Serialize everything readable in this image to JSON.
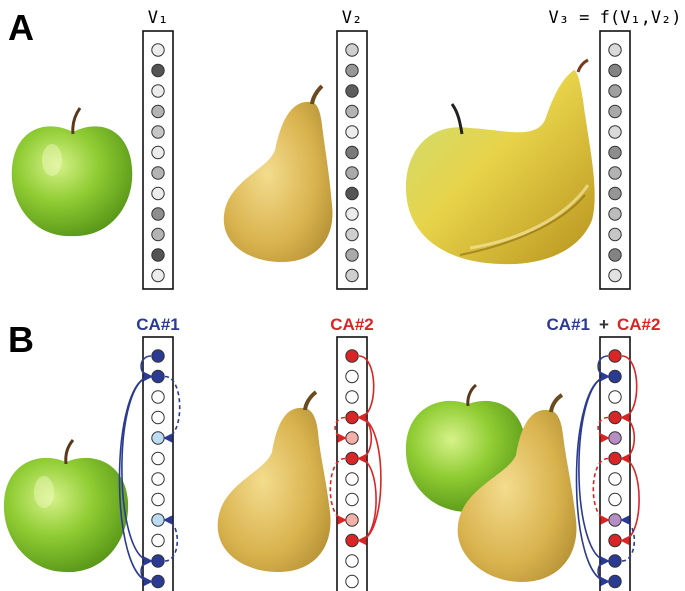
{
  "panels": {
    "a": {
      "letter": "A"
    },
    "b": {
      "letter": "B"
    }
  },
  "labels": {
    "v1": "V₁",
    "v2": "V₂",
    "v3": "V₃ = f(V₁,V₂)",
    "ca1": "CA#1",
    "ca2": "CA#2",
    "plus": "+"
  },
  "colors": {
    "ca1": "#2b3a92",
    "ca2": "#d92525",
    "ca1_faint": "#bcdcf2",
    "ca2_faint": "#f2b0a8",
    "mixed": "#b58fc4",
    "cell_empty": "#ffffff",
    "apple_green": "#7ec02a",
    "pear_yellow": "#d7b24a"
  },
  "vectors": {
    "v1": [
      0.05,
      0.85,
      0.05,
      0.35,
      0.25,
      0.05,
      0.35,
      0.05,
      0.55,
      0.35,
      0.85,
      0.05
    ],
    "v2": [
      0.2,
      0.5,
      0.8,
      0.35,
      0.05,
      0.65,
      0.4,
      0.85,
      0.05,
      0.2,
      0.4,
      0.2
    ],
    "v3": [
      0.15,
      0.6,
      0.45,
      0.4,
      0.15,
      0.55,
      0.35,
      0.5,
      0.3,
      0.25,
      0.6,
      0.1
    ]
  },
  "assemblies": {
    "ca1": [
      "ca1",
      "ca1",
      "empty",
      "empty",
      "ca1_faint",
      "empty",
      "empty",
      "empty",
      "ca1_faint",
      "empty",
      "ca1",
      "ca1"
    ],
    "ca2": [
      "ca2",
      "empty",
      "empty",
      "ca2",
      "ca2_faint",
      "ca2",
      "empty",
      "empty",
      "ca2_faint",
      "ca2",
      "empty",
      "empty"
    ],
    "combined": [
      "ca2",
      "ca1",
      "empty",
      "ca2",
      "mixed",
      "ca2",
      "empty",
      "empty",
      "mixed",
      "ca2",
      "ca1",
      "ca1"
    ]
  },
  "objects": {
    "apple": "apple",
    "pear": "pear",
    "hybrid": "apple-pear hybrid"
  }
}
